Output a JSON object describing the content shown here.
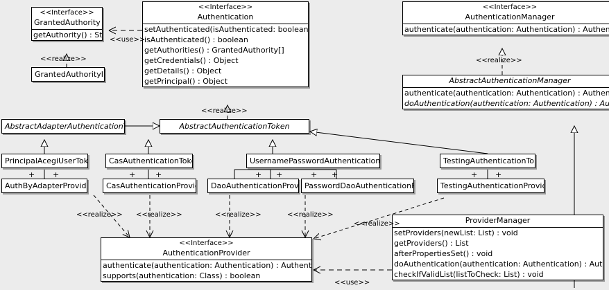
{
  "diagram": {
    "type": "uml-class-diagram",
    "background_color": "#ececec",
    "box_fill": "#ffffff",
    "line_color": "#000000"
  },
  "classes": {
    "granted_authority": {
      "stereotype": "<<Interface>>",
      "name": "GrantedAuthority",
      "members": [
        "getAuthority() : String"
      ]
    },
    "granted_authority_impl": {
      "name": "GrantedAuthorityImpl",
      "members": []
    },
    "authentication": {
      "stereotype": "<<Interface>>",
      "name": "Authentication",
      "members": [
        "setAuthenticated(isAuthenticated: boolean) : void",
        "isAuthenticated() : boolean",
        "getAuthorities() : GrantedAuthority[]",
        "getCredentials() : Object",
        "getDetails() : Object",
        "getPrincipal() : Object"
      ]
    },
    "authentication_manager": {
      "stereotype": "<<Interface>>",
      "name": "AuthenticationManager",
      "members": [
        "authenticate(authentication: Authentication) : Authentication"
      ]
    },
    "abstract_authentication_manager": {
      "name": "AbstractAuthenticationManager",
      "members": [
        "authenticate(authentication: Authentication) : Authentication",
        "doAuthentication(authentication: Authentication) : Authentication"
      ]
    },
    "abstract_adapter_authentication_token": {
      "name": "AbstractAdapterAuthenticationToken",
      "members": []
    },
    "abstract_authentication_token": {
      "name": "AbstractAuthenticationToken",
      "members": []
    },
    "principal_acegi_user_token": {
      "name": "PrincipalAcegiUserToken",
      "members": []
    },
    "cas_authentication_token": {
      "name": "CasAuthenticationToken",
      "members": []
    },
    "username_password_authentication_token": {
      "name": "UsernamePasswordAuthenticationToken",
      "members": []
    },
    "testing_authentication_token": {
      "name": "TestingAuthenticationToken",
      "members": []
    },
    "auth_by_adapter_provider": {
      "name": "AuthByAdapterProvider",
      "members": []
    },
    "cas_authentication_provider": {
      "name": "CasAuthenticationProvider",
      "members": []
    },
    "dao_authentication_provider": {
      "name": "DaoAuthenticationProvider",
      "members": []
    },
    "password_dao_authentication_provider": {
      "name": "PasswordDaoAuthenticationProvider",
      "members": []
    },
    "testing_authentication_provider": {
      "name": "TestingAuthenticationProvider",
      "members": []
    },
    "authentication_provider": {
      "stereotype": "<<Interface>>",
      "name": "AuthenticationProvider",
      "members": [
        "authenticate(authentication: Authentication) : Authentication",
        "supports(authentication: Class) : boolean"
      ]
    },
    "provider_manager": {
      "name": "ProviderManager",
      "members": [
        "setProviders(newList: List) : void",
        "getProviders() : List",
        "afterPropertiesSet() : void",
        "doAuthentication(authentication: Authentication) : Authentication",
        "checkIfValidList(listToCheck: List) : void"
      ]
    }
  },
  "relationship_labels": {
    "use_granted_authority": "<<use>>",
    "realize_granted_authority_impl": "<<realize>>",
    "realize_authentication_token": "<<realize>>",
    "realize_authentication_manager": "<<realize>>",
    "realize_auth_by_adapter": "<<realize>>",
    "realize_cas_provider": "<<realize>>",
    "realize_dao_provider": "<<realize>>",
    "realize_password_dao_provider": "<<realize>>",
    "realize_testing_provider": "<<realize>>",
    "use_provider_manager": "<<use>>"
  },
  "association_markers": {
    "plus": "+"
  }
}
